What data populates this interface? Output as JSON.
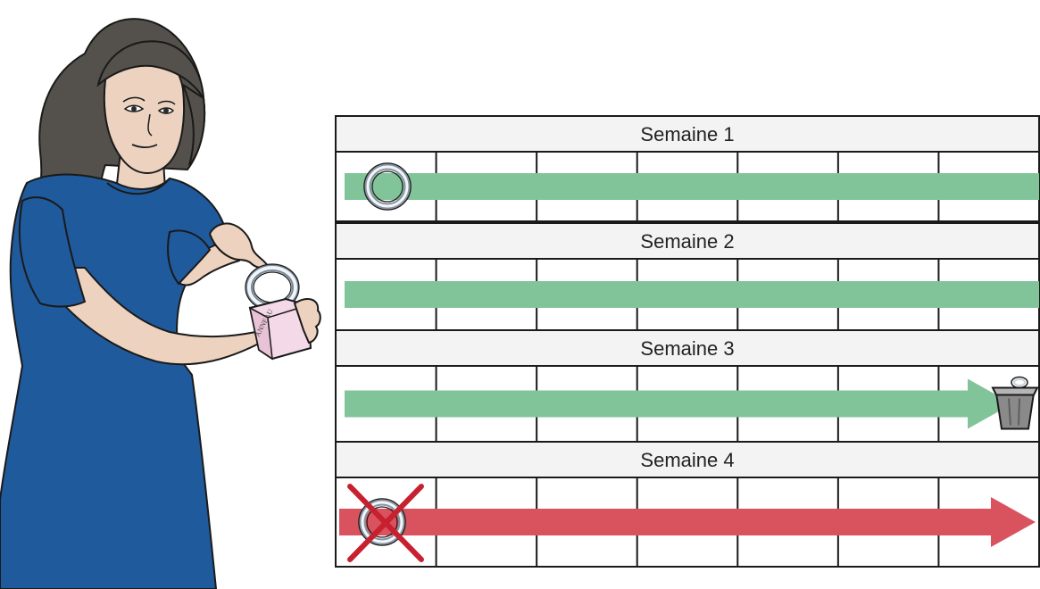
{
  "calendar": {
    "weeks": [
      {
        "label": "Semaine 1",
        "days": 7,
        "arrow": "continuous",
        "arrow_color": "#82C49A",
        "start_marker": "ring-icon",
        "end_marker": ""
      },
      {
        "label": "Semaine 2",
        "days": 7,
        "arrow": "continuous",
        "arrow_color": "#82C49A",
        "start_marker": "",
        "end_marker": ""
      },
      {
        "label": "Semaine 3",
        "days": 7,
        "arrow": "ending",
        "arrow_color": "#82C49A",
        "start_marker": "",
        "end_marker": "trash-bin-icon"
      },
      {
        "label": "Semaine 4",
        "days": 7,
        "arrow": "ending",
        "arrow_color": "#D9535F",
        "start_marker": "crossed-ring-icon",
        "end_marker": ""
      }
    ],
    "header_fill": "#F3F3F3",
    "grid_stroke": "#1A1A1A"
  },
  "illustration": {
    "subject": "woman-holding-ring-icon",
    "dress_color": "#1F5A9C",
    "box_color": "#F4D9E8",
    "box_text": "ANNEAU",
    "cross_color": "#C8202F"
  }
}
